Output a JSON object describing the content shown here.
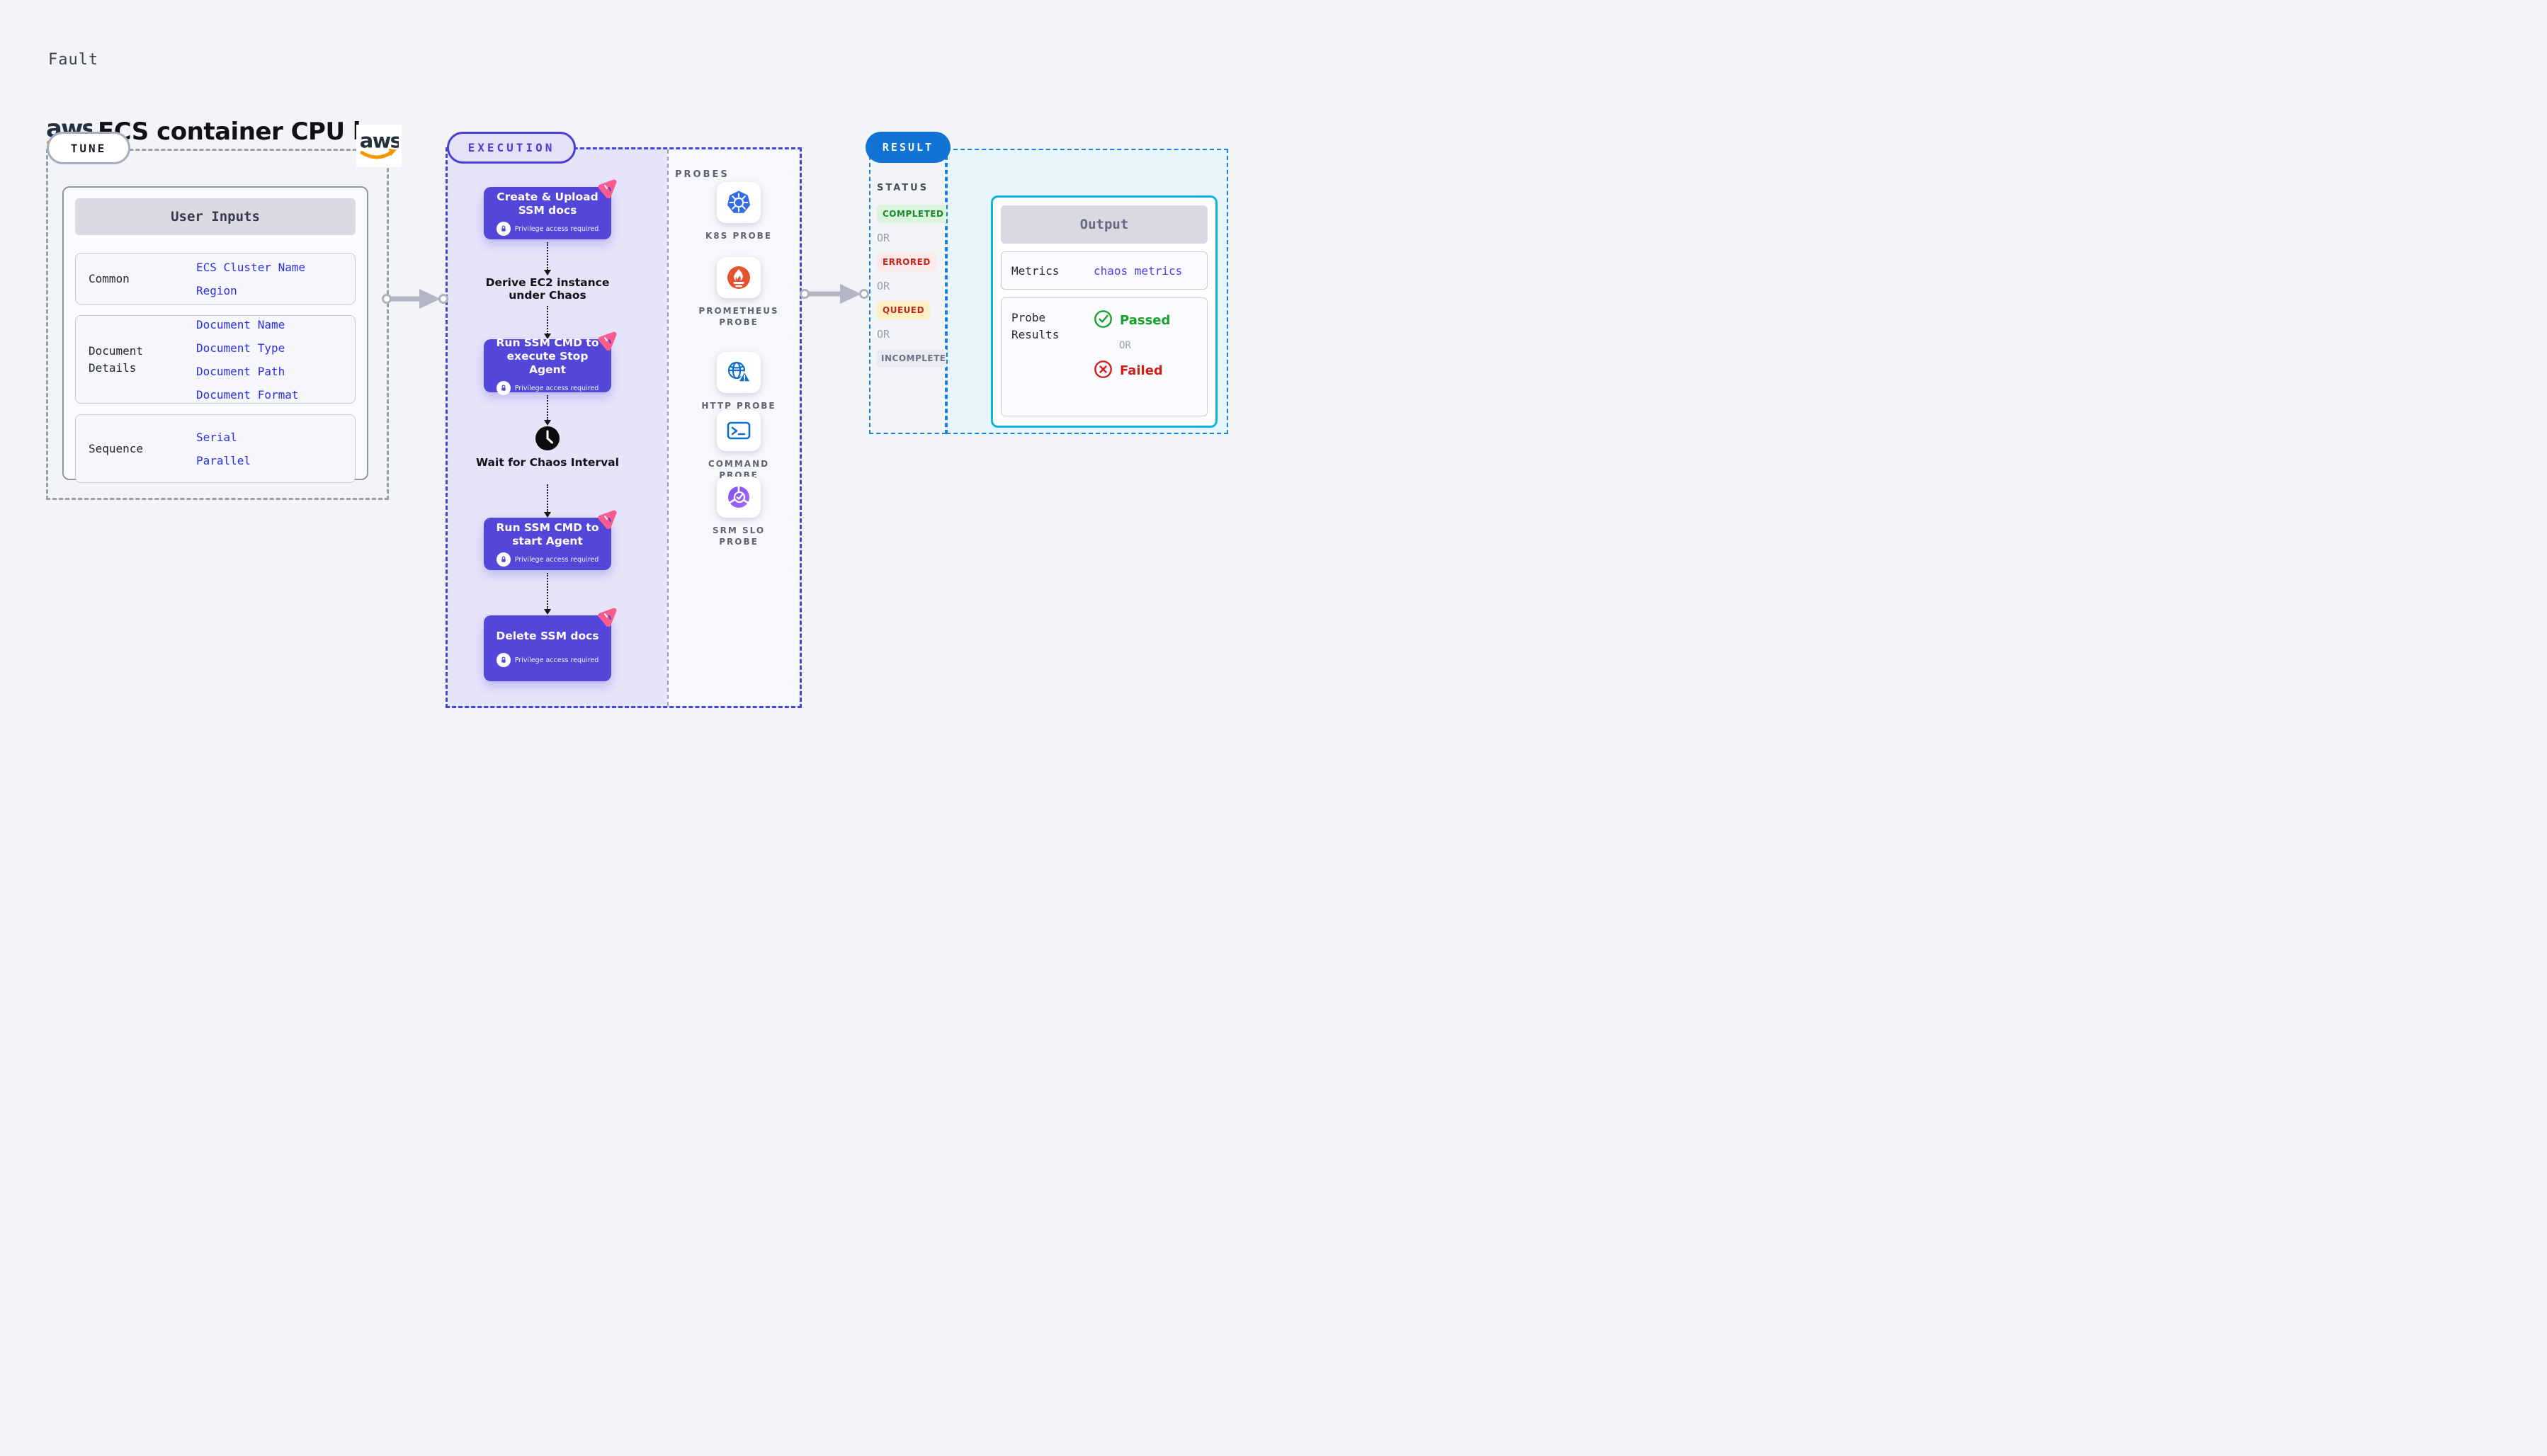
{
  "header": {
    "kicker": "Fault",
    "title": "ECS container CPU hog",
    "logo": "aws"
  },
  "tune": {
    "badge": "TUNE",
    "user_inputs": {
      "title": "User Inputs",
      "groups": [
        {
          "label": "Common",
          "values": [
            "ECS Cluster Name",
            "Region"
          ]
        },
        {
          "label": "Document Details",
          "values": [
            "Document Name",
            "Document Type",
            "Document Path",
            "Document Format"
          ]
        },
        {
          "label": "Sequence",
          "values": [
            "Serial",
            "Parallel"
          ]
        }
      ]
    }
  },
  "execution": {
    "badge": "EXECUTION",
    "steps": [
      {
        "kind": "action",
        "title": "Create & Upload SSM docs",
        "note": "Privilege access required"
      },
      {
        "kind": "derive",
        "title": "Derive EC2 instance under Chaos"
      },
      {
        "kind": "action",
        "title": "Run SSM CMD to execute Stop Agent",
        "note": "Privilege access required"
      },
      {
        "kind": "wait",
        "title": "Wait for Chaos Interval"
      },
      {
        "kind": "action",
        "title": "Run SSM CMD to start Agent",
        "note": "Privilege access required"
      },
      {
        "kind": "action",
        "title": "Delete SSM docs",
        "note": "Privilege access required"
      }
    ],
    "probes": {
      "heading": "PROBES",
      "items": [
        {
          "label": "K8S PROBE",
          "icon": "kubernetes-icon"
        },
        {
          "label": "PROMETHEUS PROBE",
          "icon": "prometheus-icon"
        },
        {
          "label": "HTTP PROBE",
          "icon": "http-globe-warning-icon"
        },
        {
          "label": "COMMAND PROBE",
          "icon": "terminal-icon"
        },
        {
          "label": "SRM SLO PROBE",
          "icon": "srm-slo-icon"
        }
      ]
    }
  },
  "result": {
    "badge": "RESULT",
    "status": {
      "heading": "STATUS",
      "separator": "OR",
      "options": [
        {
          "label": "COMPLETED",
          "color": "#188a2c",
          "bg": "#dcf3dd"
        },
        {
          "label": "ERRORED",
          "color": "#c2261c",
          "bg": "#fde9e8"
        },
        {
          "label": "QUEUED",
          "color": "#c2261c",
          "bg": "#fcf0c4"
        },
        {
          "label": "INCOMPLETED",
          "color": "#6d7384",
          "bg": "#e9eaf2"
        }
      ]
    },
    "output": {
      "title": "Output",
      "metrics": {
        "label": "Metrics",
        "value": "chaos metrics"
      },
      "probe_results": {
        "label": "Probe Results",
        "passed": "Passed",
        "separator": "OR",
        "failed": "Failed"
      }
    }
  },
  "colors": {
    "page_bg": "#f3f4f8",
    "step_card": "#5247d8",
    "execution_accent": "#4840d5",
    "execution_panel": "#e6e4f9",
    "result_accent": "#1173d3",
    "result_panel": "#e7f5fd",
    "output_border": "#10b2e2",
    "aws_orange": "#f79400",
    "aws_navy": "#252f3e",
    "chaos_pink": "#fb5c8f",
    "kubernetes_blue": "#326de6",
    "prometheus_orange": "#e6522c",
    "http_blue": "#1070c9",
    "srm_purple": "#8b5cf6",
    "passed_green": "#17a02b",
    "failed_red": "#d11f18"
  }
}
